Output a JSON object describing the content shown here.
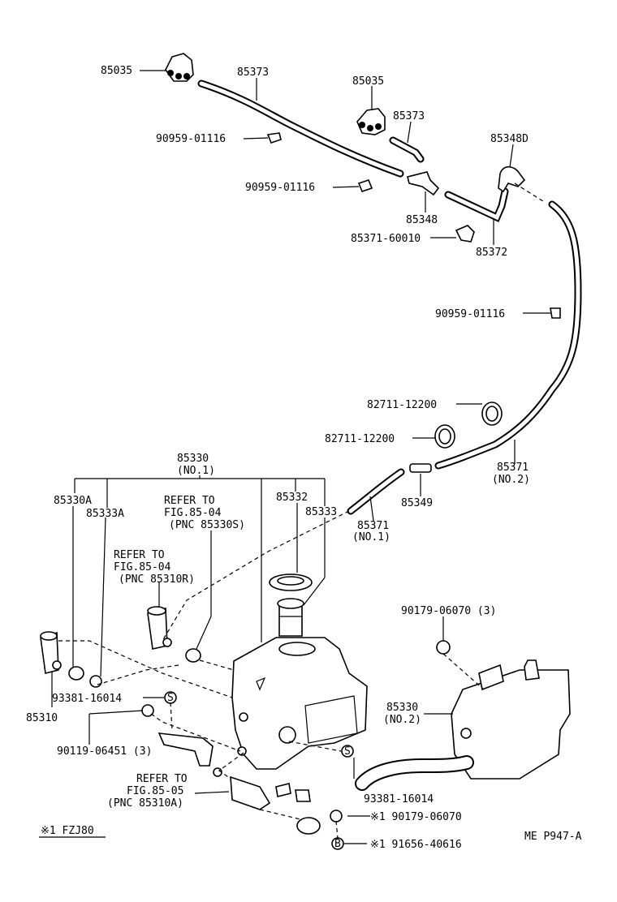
{
  "labels": {
    "p85035_a": "85035",
    "p85373_a": "85373",
    "p85035_b": "85035",
    "p85373_b": "85373",
    "p85348d": "85348D",
    "clip_1": "90959-01116",
    "clip_2": "90959-01116",
    "p85348": "85348",
    "p85371_60010": "85371-60010",
    "p85372": "85372",
    "clip_3": "90959-01116",
    "clamp_1": "82711-12200",
    "clamp_2": "82711-12200",
    "p85371_no2": "85371",
    "p85371_no2_sub": "(NO.2)",
    "p85349": "85349",
    "p85371_no1": "85371",
    "p85371_no1_sub": "(NO.1)",
    "p85330_no1": "85330",
    "p85330_no1_sub": "(NO.1)",
    "p85330a": "85330A",
    "p85333a": "85333A",
    "refer1_l1": "REFER TO",
    "refer1_l2": "FIG.85-04",
    "refer1_l3": "(PNC 85330S)",
    "p85332": "85332",
    "p85333": "85333",
    "refer2_l1": "REFER TO",
    "refer2_l2": "FIG.85-04",
    "refer2_l3": "(PNC 85310R)",
    "p90179_a": "90179-06070 (3)",
    "p93381_a": "93381-16014",
    "p85310": "85310",
    "p90119": "90119-06451 (3)",
    "p85330_no2": "85330",
    "p85330_no2_sub": "(NO.2)",
    "refer3_l1": "REFER TO",
    "refer3_l2": "FIG.85-05",
    "refer3_l3": "(PNC 85310A)",
    "p93381_b": "93381-16014",
    "p90179_b": "※1 90179-06070",
    "p91656": "※1 91656-40616",
    "footnote": "※1 FZJ80",
    "figure_code": "ME P947-A",
    "s_symbol": "S",
    "b_symbol": "B"
  }
}
